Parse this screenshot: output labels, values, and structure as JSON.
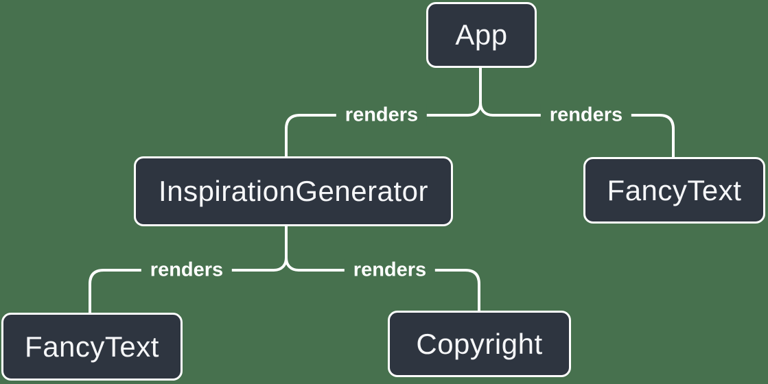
{
  "colors": {
    "background": "#47714E",
    "node_fill": "#2E3540",
    "node_border": "#FFFFFF",
    "node_text": "#F6F7F9",
    "edge_line": "#FFFFFF",
    "edge_label_text": "#FFFFFF"
  },
  "nodes": {
    "app": {
      "label": "App"
    },
    "inspiration_generator": {
      "label": "InspirationGenerator"
    },
    "fancy_text_right": {
      "label": "FancyText"
    },
    "fancy_text_left": {
      "label": "FancyText"
    },
    "copyright": {
      "label": "Copyright"
    }
  },
  "edges": {
    "app_to_inspiration_generator": {
      "label": "renders"
    },
    "app_to_fancy_text": {
      "label": "renders"
    },
    "inspiration_generator_to_fancy_text": {
      "label": "renders"
    },
    "inspiration_generator_to_copyright": {
      "label": "renders"
    }
  }
}
